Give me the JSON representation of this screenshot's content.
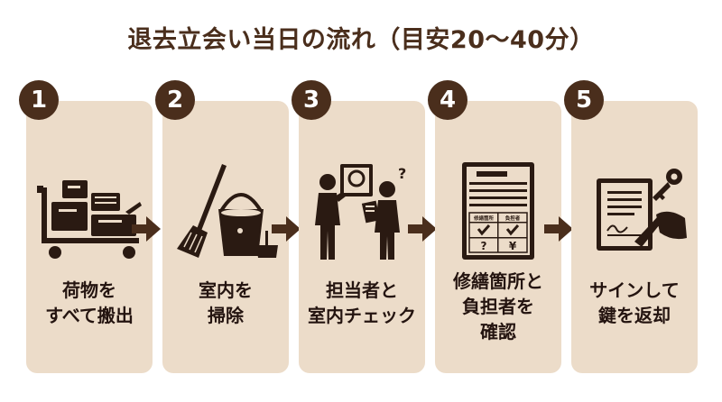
{
  "title": "退去立会い当日の流れ（目安20〜40分）",
  "steps": [
    {
      "number": "1",
      "lines": [
        "荷物を",
        "すべて搬出"
      ],
      "icon": "cart-with-boxes-icon"
    },
    {
      "number": "2",
      "lines": [
        "室内を",
        "掃除"
      ],
      "icon": "cleaning-tools-icon"
    },
    {
      "number": "3",
      "lines": [
        "担当者と",
        "室内チェック"
      ],
      "icon": "inspection-icon"
    },
    {
      "number": "4",
      "lines": [
        "修繕箇所と",
        "負担者を",
        "確認"
      ],
      "icon": "checklist-form-icon",
      "form": {
        "col1": "修繕箇所",
        "col2": "負担者",
        "mark_q": "?",
        "mark_yen": "¥"
      }
    },
    {
      "number": "5",
      "lines": [
        "サインして",
        "鍵を返却"
      ],
      "icon": "sign-and-key-icon"
    }
  ],
  "colors": {
    "dark_brown": "#4a2e1c",
    "card_beige": "#ecdcc9",
    "text": "#241410"
  }
}
